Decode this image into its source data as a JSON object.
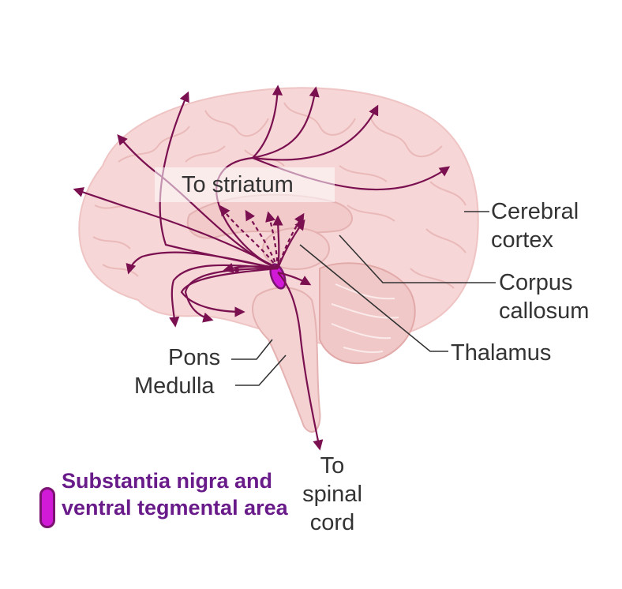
{
  "labels": {
    "to_striatum": "To striatum",
    "cerebral_cortex": "Cerebral cortex",
    "corpus_callosum": "Corpus callosum",
    "thalamus": "Thalamus",
    "pons": "Pons",
    "medulla": "Medulla",
    "to_spinal_cord": "To spinal cord"
  },
  "legend": {
    "text": "Substantia nigra and ventral tegmental area",
    "swatch_color": "#d11ad8",
    "text_color": "#6a1b8a"
  },
  "colors": {
    "brain": "#f7d8d8",
    "brain_shadow": "#eec1c1",
    "pathway": "#7a1050",
    "label_line": "#333333"
  }
}
